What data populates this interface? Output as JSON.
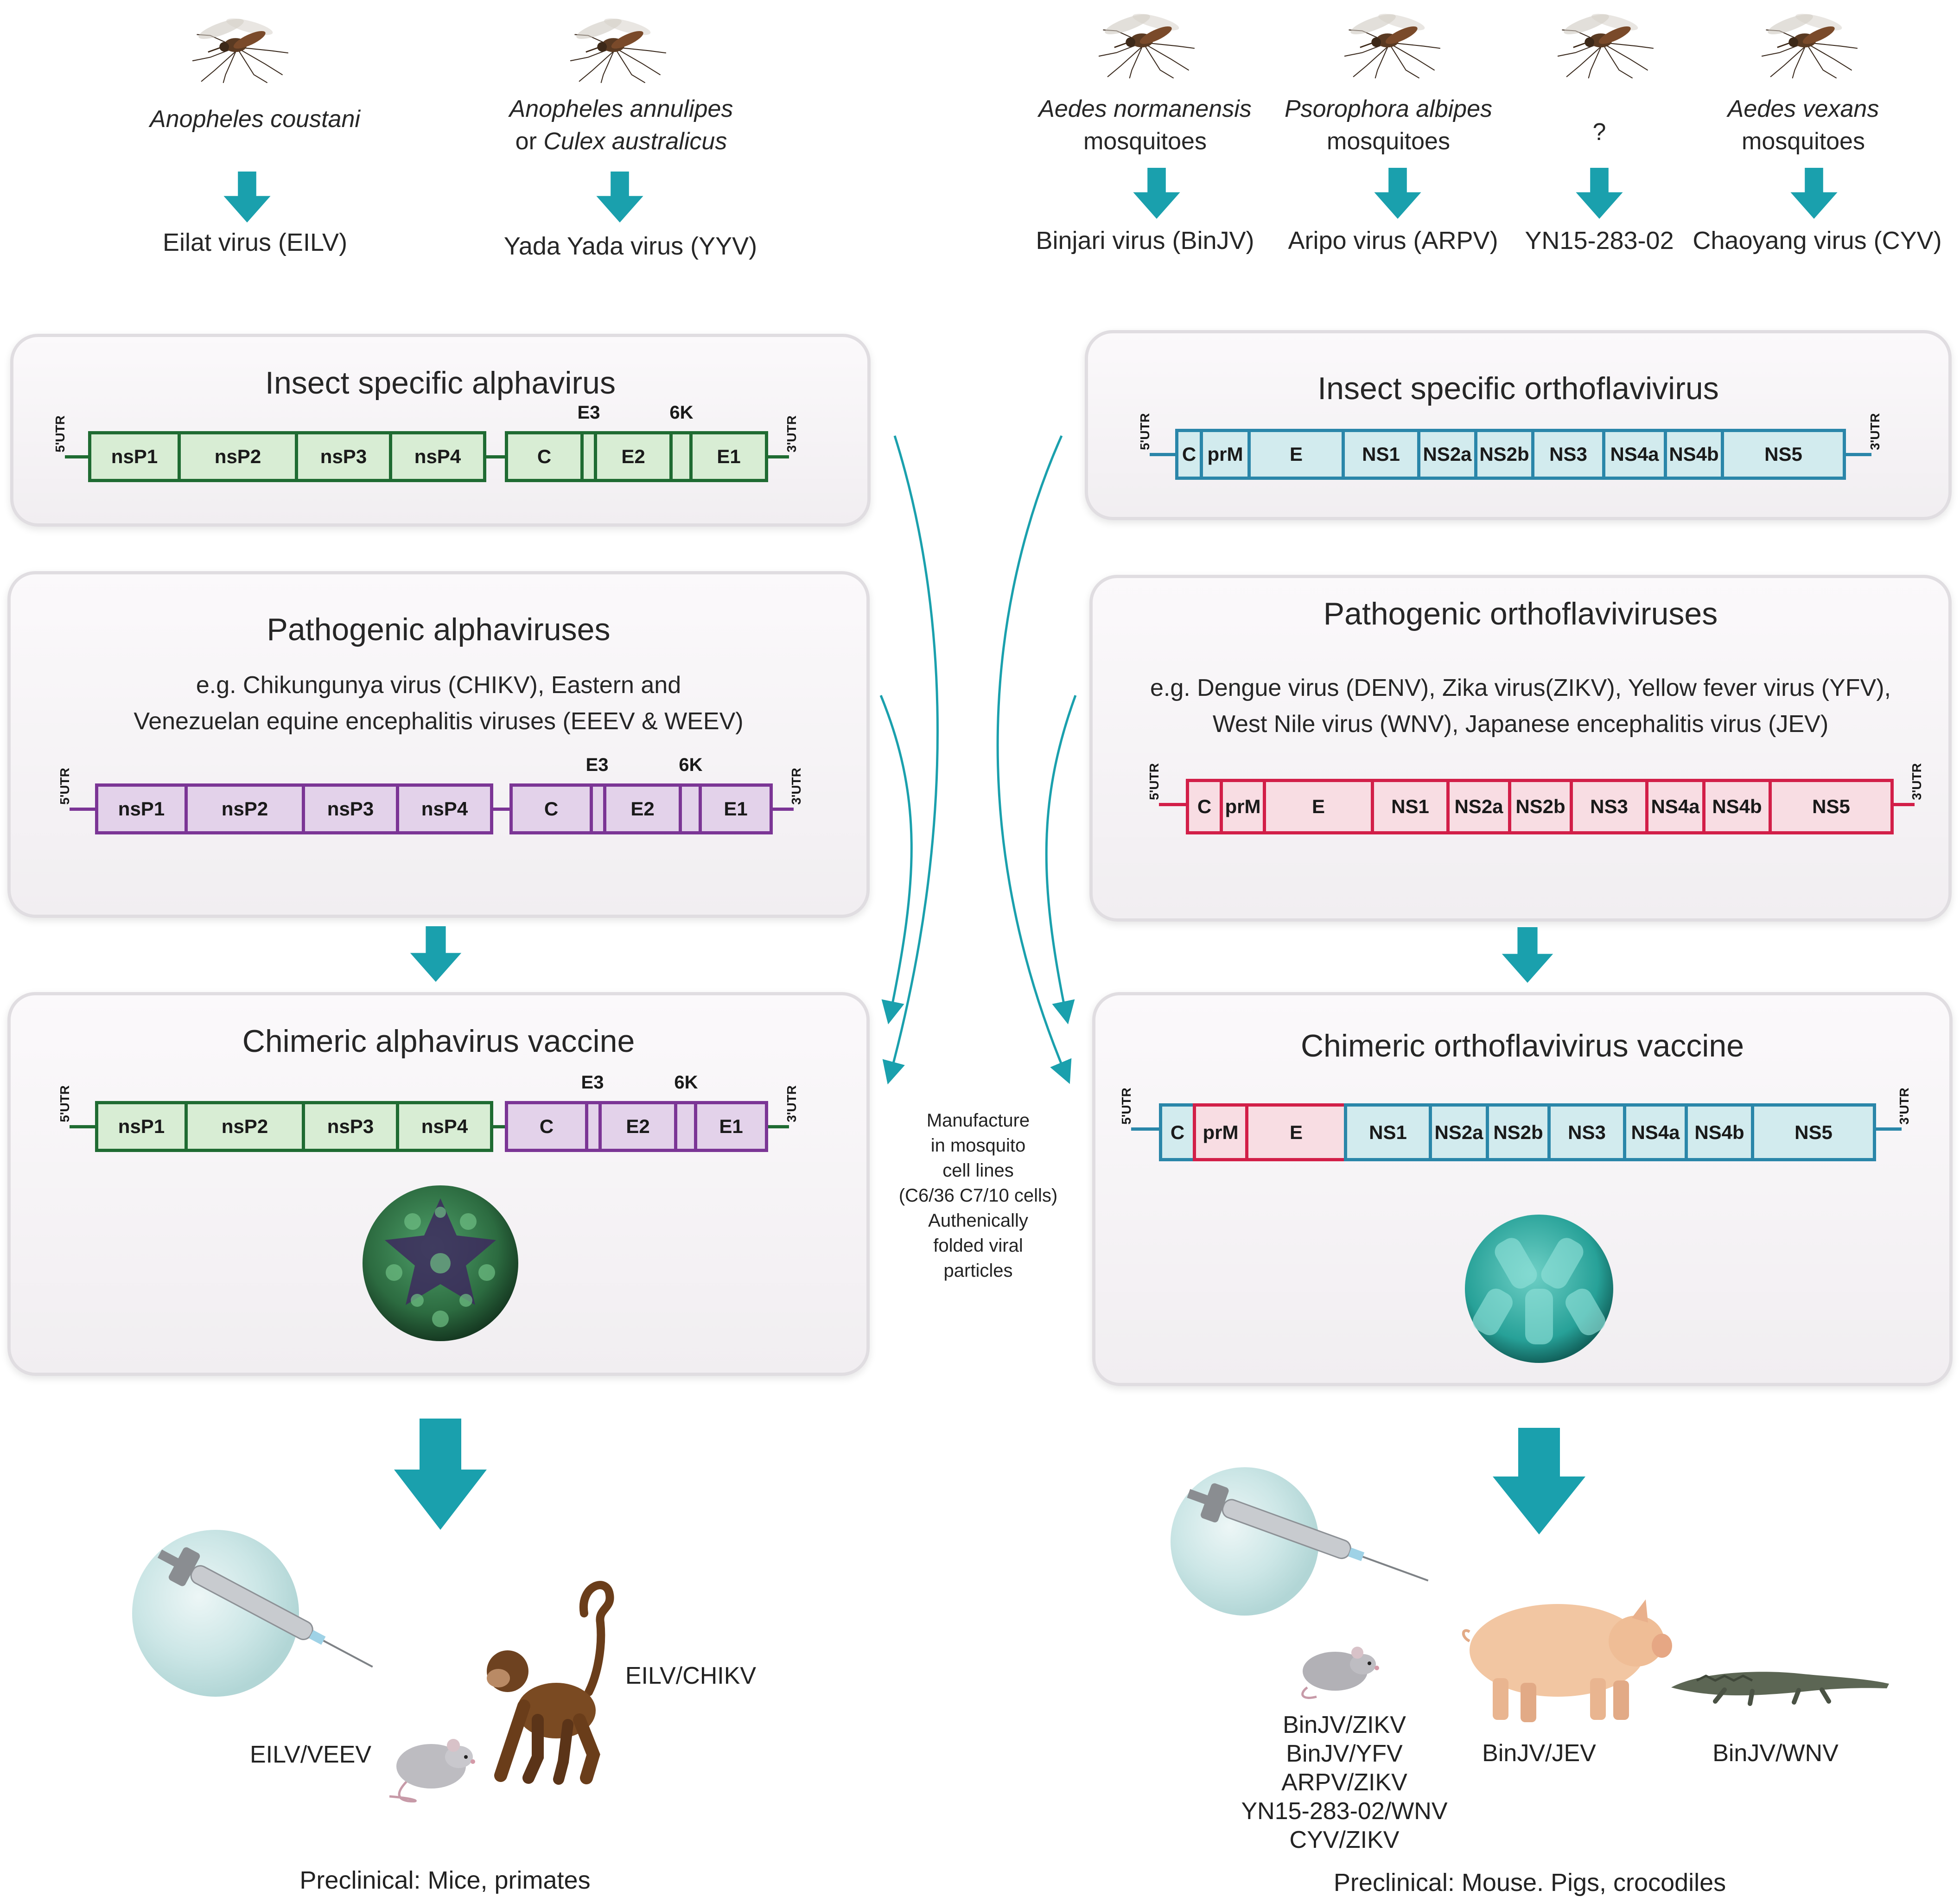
{
  "colors": {
    "teal_arrow": "#1aa0ad",
    "alpha_green": "#1f6b32",
    "alpha_purple": "#7b3595",
    "flavi_blue": "#2a86a9",
    "flavi_red": "#d21f48"
  },
  "mosquitoes": [
    {
      "species": "Anopheles coustani",
      "virus": "Eilat virus (EILV)"
    },
    {
      "species": "Anopheles annulipes",
      "conj": "or",
      "species2": "Culex australicus",
      "virus": "Yada Yada virus (YYV)"
    },
    {
      "species": "Aedes normanensis",
      "suffix": "mosquitoes",
      "virus": "Binjari virus (BinJV)"
    },
    {
      "species": "Psorophora albipes",
      "suffix": "mosquitoes",
      "virus": "Aripo virus (ARPV)"
    },
    {
      "species": "?",
      "virus": "YN15-283-02"
    },
    {
      "species": "Aedes vexans",
      "suffix": "mosquitoes",
      "virus": "Chaoyang virus (CYV)"
    }
  ],
  "alpha": {
    "insect_title": "Insect specific alphavirus",
    "pathogenic_title": "Pathogenic alphaviruses",
    "pathogenic_line1": "e.g. Chikungunya virus (CHIKV), Eastern and",
    "pathogenic_line2": "Venezuelan equine encephalitis viruses (EEEV & WEEV)",
    "vaccine_title": "Chimeric alphavirus vaccine",
    "ns_segments": [
      "nsP1",
      "nsP2",
      "nsP3",
      "nsP4"
    ],
    "s_segments": [
      "C",
      "E2",
      "E1"
    ],
    "top_labels": [
      "E3",
      "6K"
    ],
    "utr5": "5'UTR",
    "utr3": "3'UTR",
    "labels": {
      "chikv": "EILV/CHIKV",
      "veev": "EILV/VEEV"
    },
    "preclinical": "Preclinical: Mice, primates"
  },
  "flavi": {
    "insect_title": "Insect specific orthoflavivirus",
    "pathogenic_title": "Pathogenic orthoflaviviruses",
    "pathogenic_line1": "e.g. Dengue virus (DENV), Zika virus(ZIKV), Yellow fever virus (YFV),",
    "pathogenic_line2": "West Nile virus (WNV), Japanese encephalitis virus (JEV)",
    "vaccine_title": "Chimeric orthoflavivirus vaccine",
    "segments": [
      "C",
      "prM",
      "E",
      "NS1",
      "NS2a",
      "NS2b",
      "NS3",
      "NS4a",
      "NS4b",
      "NS5"
    ],
    "utr5": "5'UTR",
    "utr3": "3'UTR",
    "mouse_list": [
      "BinJV/ZIKV",
      "BinJV/YFV",
      "ARPV/ZIKV",
      "YN15-283-02/WNV",
      "CYV/ZIKV"
    ],
    "pig_label": "BinJV/JEV",
    "croc_label": "BinJV/WNV",
    "preclinical": "Preclinical: Mouse. Pigs, crocodiles"
  },
  "manufacture_lines": [
    "Manufacture",
    "in mosquito",
    "cell lines",
    "(C6/36 C7/10 cells)",
    "Authenically",
    "folded viral",
    "particles"
  ]
}
